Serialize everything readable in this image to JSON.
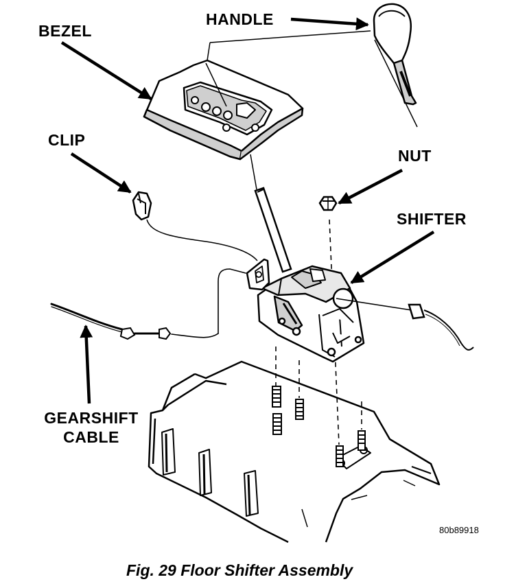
{
  "labels": {
    "handle": "HANDLE",
    "bezel": "BEZEL",
    "clip": "CLIP",
    "nut": "NUT",
    "shifter": "SHIFTER",
    "gearshift_line1": "GEARSHIFT",
    "gearshift_line2": "CABLE"
  },
  "figure_code": "80b89918",
  "caption": "Fig. 29 Floor Shifter Assembly",
  "colors": {
    "ink": "#000000",
    "paper": "#ffffff",
    "shade": "#cfcfcf"
  }
}
